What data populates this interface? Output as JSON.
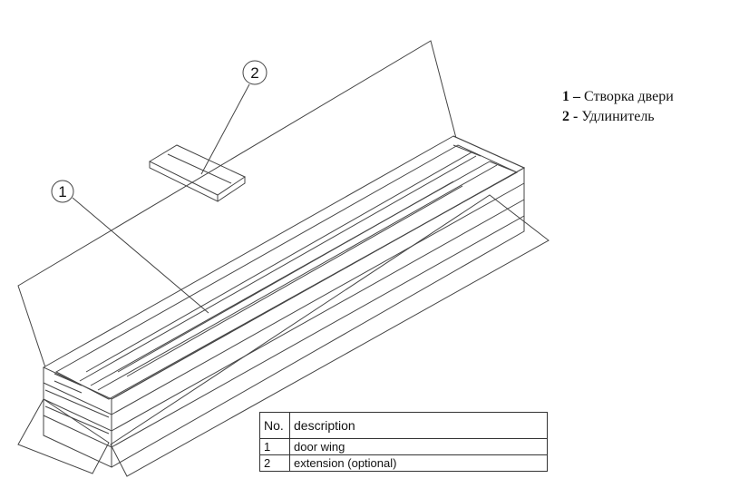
{
  "diagram": {
    "callouts": [
      {
        "number": "1"
      },
      {
        "number": "2"
      }
    ]
  },
  "legend": [
    {
      "number": "1",
      "separator": "–",
      "text": "Створка двери"
    },
    {
      "number": "2",
      "separator": "-",
      "text": "Удлинитель"
    }
  ],
  "parts_table": {
    "headers": [
      "No.",
      "description"
    ],
    "rows": [
      [
        "1",
        "door wing"
      ],
      [
        "2",
        "extension (optional)"
      ]
    ]
  }
}
